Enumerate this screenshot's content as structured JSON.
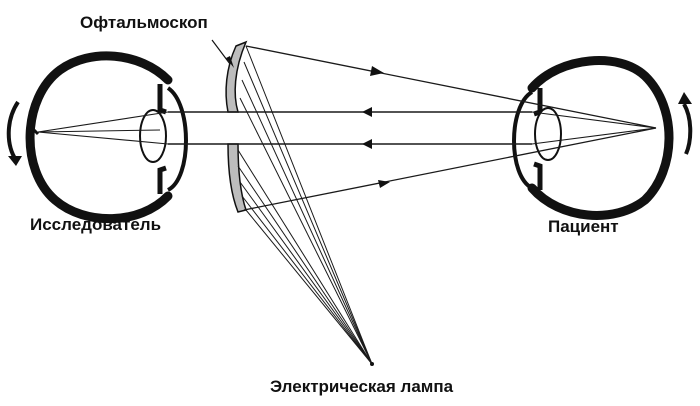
{
  "labels": {
    "ophthalmoscope": "Офтальмоскоп",
    "examiner": "Исследователь",
    "patient": "Пациент",
    "lamp": "Электрическая лампа"
  },
  "colors": {
    "ink": "#1a1a1a",
    "mirror_fill": "#bdbdbd",
    "background": "#ffffff"
  },
  "icons": {
    "examiner_rotation": "curved-arrow-icon",
    "patient_rotation": "curved-arrow-icon",
    "ray_direction": "arrowhead-icon"
  }
}
